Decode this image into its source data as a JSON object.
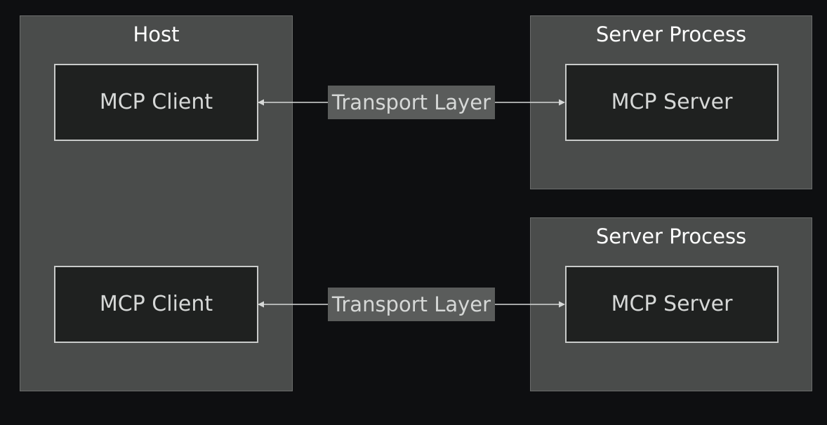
{
  "diagram": {
    "host": {
      "title": "Host"
    },
    "server_process_top": {
      "title": "Server Process"
    },
    "server_process_bottom": {
      "title": "Server Process"
    },
    "client_top": {
      "label": "MCP Client"
    },
    "client_bottom": {
      "label": "MCP Client"
    },
    "server_top": {
      "label": "MCP Server"
    },
    "server_bottom": {
      "label": "MCP Server"
    },
    "edge_top": {
      "label": "Transport Layer",
      "direction": "bidirectional"
    },
    "edge_bottom": {
      "label": "Transport Layer",
      "direction": "bidirectional"
    }
  },
  "colors": {
    "background": "#0e0f11",
    "group_fill": "#4a4c4b",
    "node_fill": "#1f2120",
    "node_border": "#c9cbca",
    "edge": "#d6d8d7",
    "edge_label_fill": "#5a5c5b",
    "text": "#d6d8d7",
    "title_text": "#ffffff"
  }
}
